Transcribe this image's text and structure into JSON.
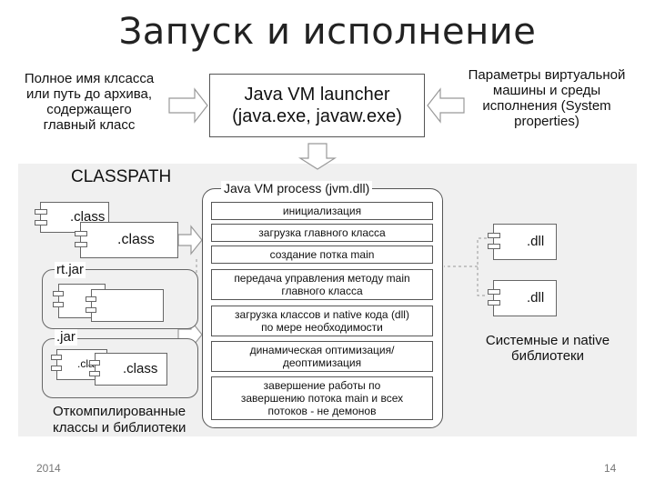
{
  "title": "Запуск и исполнение",
  "notes": {
    "left_top": [
      "Полное имя клсасса",
      "или путь до архива,",
      "содержащего",
      "главный класс"
    ],
    "right_top": [
      "Параметры виртуальной",
      "машины и среды",
      "исполнения (System",
      "properties)"
    ],
    "right_bottom": [
      "Системные и native",
      "библиотеки"
    ],
    "left_bottom": [
      "Откомпилированные",
      "классы и библиотеки"
    ]
  },
  "launcher": {
    "line1": "Java VM launcher",
    "line2": "(java.exe, javaw.exe)"
  },
  "process": {
    "label": "Java VM process (jvm.dll)",
    "steps": [
      [
        "инициализация"
      ],
      [
        "загрузка главного класса"
      ],
      [
        "создание потка main"
      ],
      [
        "передача управления методу main",
        "главного класса"
      ],
      [
        "загрузка классов и native кода (dll)",
        "по мере необходимости"
      ],
      [
        "динамическая оптимизация/",
        "деоптимизация"
      ],
      [
        "завершение работы по",
        "завершению потока main и всех",
        "потоков - не демонов"
      ]
    ]
  },
  "classpath": {
    "label": "CLASSPATH",
    "class1": ".class",
    "class2": ".class",
    "rtjar": "rt.jar",
    "jar": ".jar",
    "inner_class": ".clas",
    "class3": ".class"
  },
  "dlls": {
    "dll1": ".dll",
    "dll2": ".dll"
  },
  "footer": {
    "year": "2014",
    "page": "14"
  }
}
